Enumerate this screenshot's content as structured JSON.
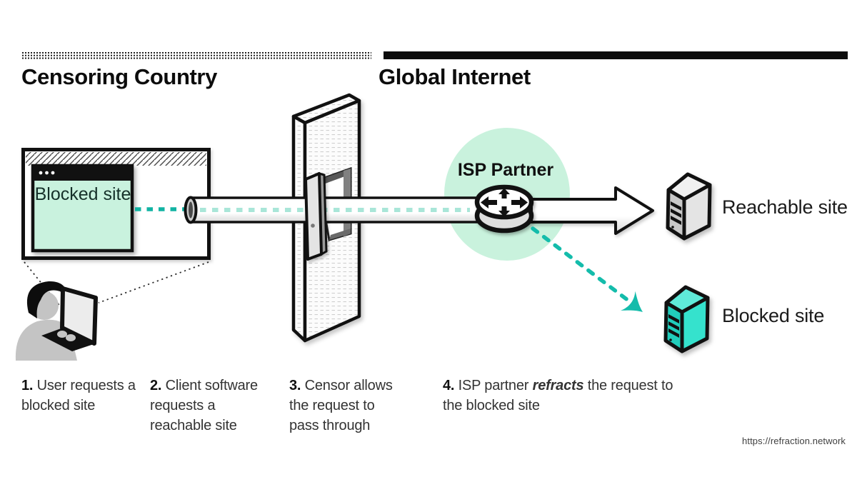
{
  "header": {
    "left_title": "Censoring Country",
    "right_title": "Global Internet"
  },
  "diagram": {
    "browser_label": "Blocked site",
    "isp_label": "ISP Partner",
    "reachable_label": "Reachable site",
    "blocked_label": "Blocked site",
    "icons": [
      "user-laptop-icon",
      "browser-window-icon",
      "projection-dotted-lines",
      "censor-wall-icon",
      "open-door-icon",
      "request-tube-icon",
      "router-icon",
      "isp-partner-halo",
      "arrow-right-icon",
      "refract-dashed-arrow-icon",
      "reachable-server-icon",
      "blocked-server-icon"
    ]
  },
  "captions": [
    {
      "num": "1.",
      "text": "User requests a blocked site"
    },
    {
      "num": "2.",
      "text": "Client software requests a reachable site"
    },
    {
      "num": "3.",
      "text": "Censor allows the request to pass through"
    },
    {
      "num": "4.",
      "prefix": "ISP partner ",
      "emphasis": "refracts",
      "suffix": " the request to the blocked site"
    }
  ],
  "footer": {
    "url": "https://refraction.network"
  },
  "colors": {
    "mint_halo": "#c9f2dd",
    "browser_mint": "#c9f2de",
    "teal_server": "#35e2cd",
    "teal_dash": "#14bcab",
    "mint_dash": "#a9e6d8",
    "ink": "#111111",
    "gray_server": "#e4e4e4"
  }
}
